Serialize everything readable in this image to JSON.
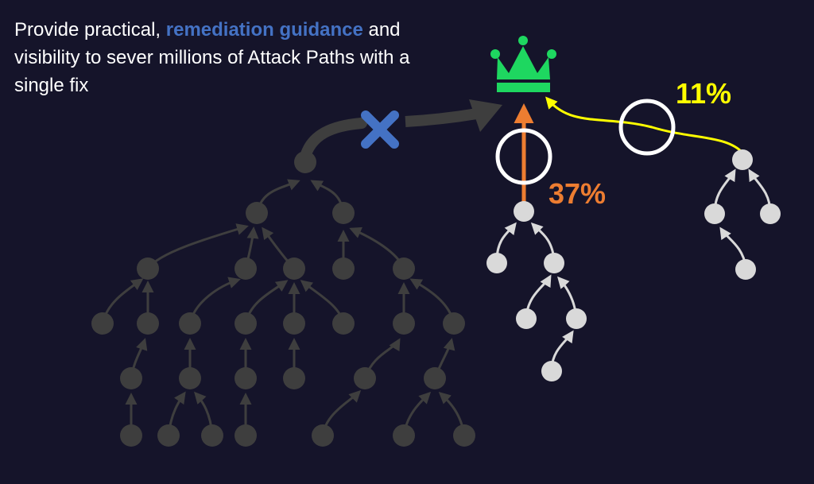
{
  "headline": {
    "line1_prefix": "Provide practical, ",
    "highlight": "remediation guidance",
    "rest": "and visibility to sever millions of Attack Paths with a single fix"
  },
  "labels": {
    "orange_pct": "37%",
    "yellow_pct": "11%"
  },
  "colors": {
    "background": "#15142a",
    "highlight_text": "#4472c4",
    "crown": "#1ed760",
    "gray_tree": "#3e3e3e",
    "light_tree": "#d9d9d9",
    "orange": "#ed7d31",
    "yellow": "#ffff00",
    "x_mark": "#4472c4"
  },
  "icons": {
    "crown": "crown-icon",
    "blocked": "x-mark-icon"
  }
}
